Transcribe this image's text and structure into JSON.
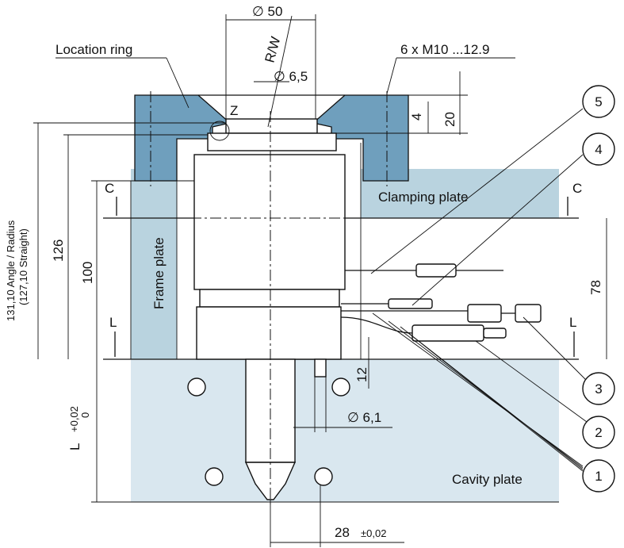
{
  "labels": {
    "location_ring": "Location ring",
    "screws": "6 x M10 ...12.9",
    "clamping_plate": "Clamping plate",
    "frame_plate": "Frame plate",
    "cavity_plate": "Cavity plate",
    "detail_z": "Z",
    "rw": "R/W",
    "section_c_left": "C",
    "section_c_right": "C",
    "section_l_left": "L",
    "section_l_right": "L"
  },
  "dimensions": {
    "d50": "∅ 50",
    "d65": "∅ 6,5",
    "d61": "∅ 6,1",
    "h4": "4",
    "h20": "20",
    "h12": "12",
    "h78": "78",
    "h100": "100",
    "h126": "126",
    "h131_line1": "131,10 Angle / Radius",
    "h131_line2": "(127,10 Straight)",
    "l_main": "L",
    "l_tol_upper": "+0,02",
    "l_tol_lower": "0",
    "w28": "28",
    "w28_tol": "±0,02"
  },
  "callouts": [
    "1",
    "2",
    "3",
    "4",
    "5"
  ]
}
